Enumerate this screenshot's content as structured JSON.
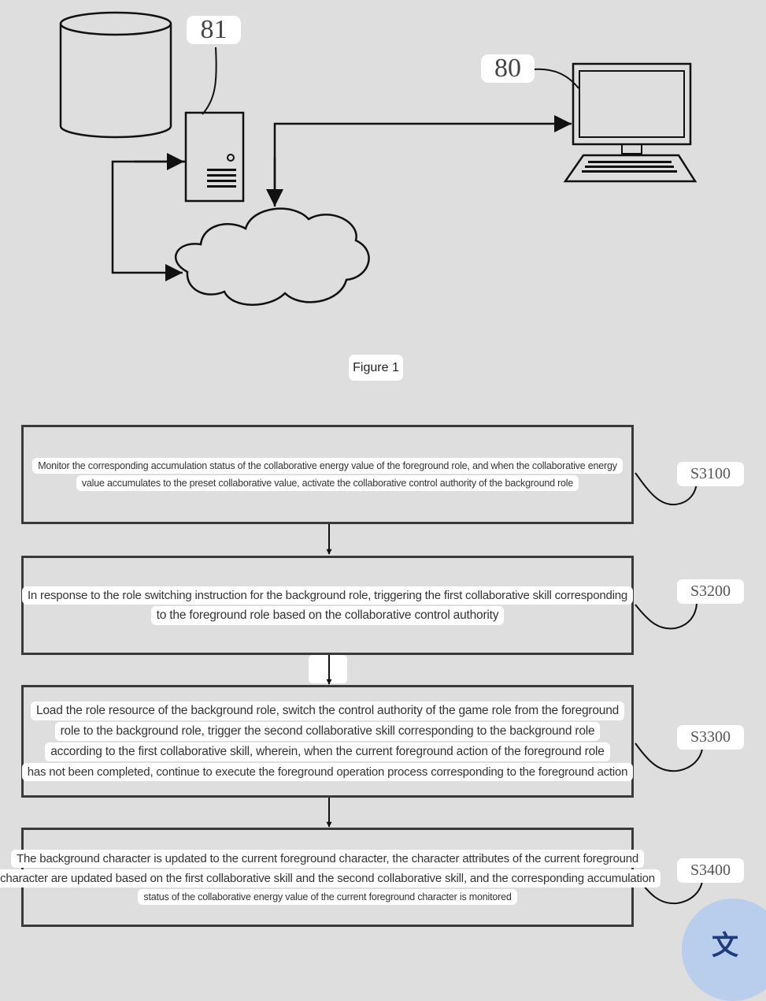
{
  "figure1": {
    "ref_server": "81",
    "ref_terminal": "80",
    "caption": "Figure 1"
  },
  "flowchart": {
    "steps": [
      {
        "id": "S3100",
        "lines": [
          "Monitor the corresponding accumulation status of the collaborative energy value of the foreground role, and when the collaborative energy",
          "value accumulates to the preset collaborative value, activate the collaborative control authority of the background role"
        ]
      },
      {
        "id": "S3200",
        "lines": [
          "In response to the role switching instruction for the background role, triggering the first collaborative skill corresponding",
          "to the foreground role based on the collaborative control authority"
        ]
      },
      {
        "id": "S3300",
        "lines": [
          "Load the role resource of the background role, switch the control authority of the game role from the foreground",
          "role to the background role, trigger the second collaborative skill corresponding to the background role",
          "according to the first collaborative skill, wherein, when the current foreground action of the foreground role",
          "has not been completed, continue to execute the foreground operation process corresponding to the foreground action"
        ]
      },
      {
        "id": "S3400",
        "lines": [
          "The background character is updated to the current foreground character, the character attributes of the current foreground",
          "character are updated based on the first collaborative skill and the second collaborative skill, and the corresponding accumulation",
          "status of the collaborative energy value of the current foreground character is monitored"
        ]
      }
    ]
  },
  "overlay": {
    "translate_icon": "translate-icon",
    "translate_glyph": "文"
  }
}
